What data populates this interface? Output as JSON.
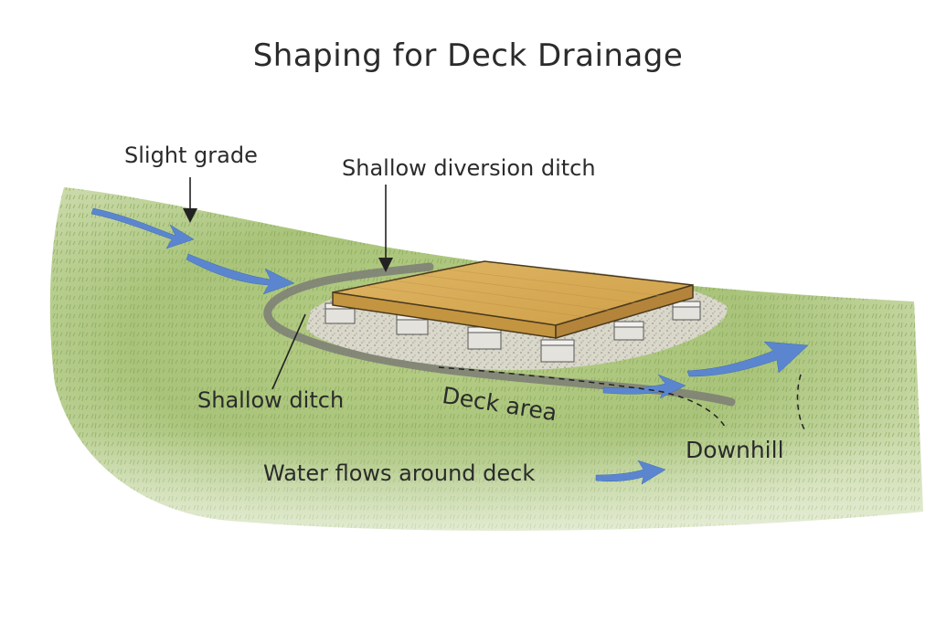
{
  "title": "Shaping for Deck Drainage",
  "labels": {
    "slight_grade": "Slight grade",
    "diversion_ditch": "Shallow diversion ditch",
    "shallow_ditch": "Shallow ditch",
    "deck_area": "Deck area",
    "downhill": "Downhill",
    "water_flows": "Water flows around deck"
  },
  "colors": {
    "grass": "#a9c47a",
    "grass_dark": "#7fa052",
    "ditch": "#7d7d76",
    "gravel": "#d8d4cc",
    "deck_top": "#d7aa55",
    "deck_side": "#b98a3a",
    "pier": "#e4e2dc",
    "water_arrow": "#5b86cf"
  }
}
